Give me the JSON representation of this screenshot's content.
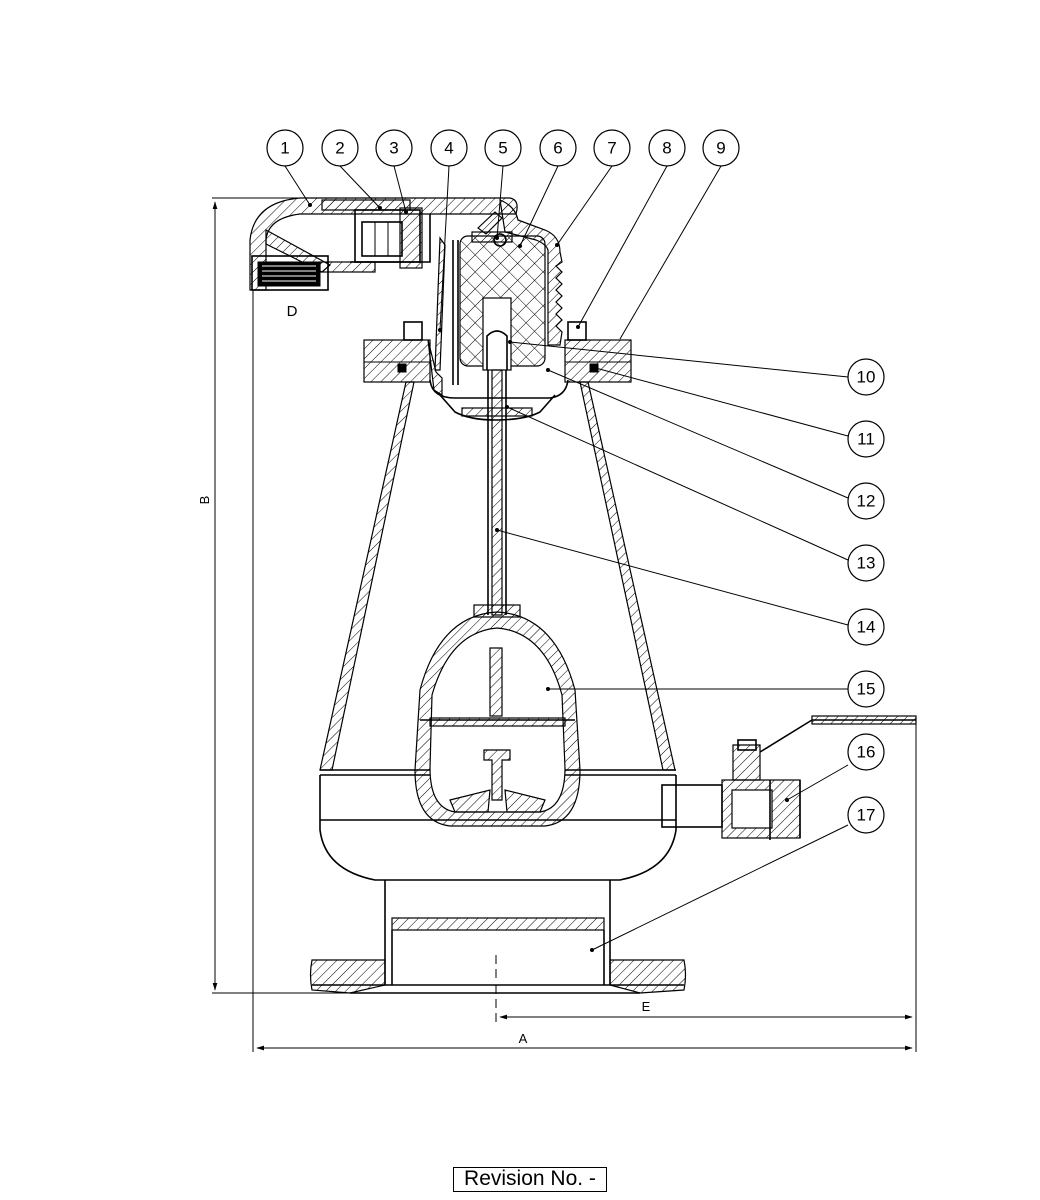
{
  "balloons": [
    "1",
    "2",
    "3",
    "4",
    "5",
    "6",
    "7",
    "8",
    "9",
    "10",
    "11",
    "12",
    "13",
    "14",
    "15",
    "16",
    "17"
  ],
  "detail_label": "D",
  "dimensions": {
    "a": "A",
    "b": "B",
    "e": "E"
  },
  "revision": "Revision No. -"
}
